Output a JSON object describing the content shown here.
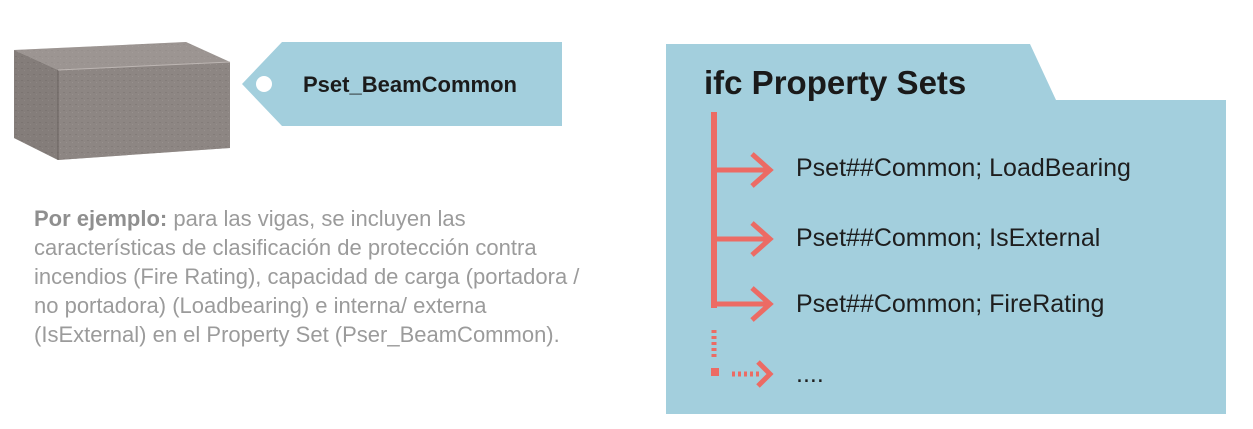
{
  "tag": {
    "label": "Pset_BeamCommon"
  },
  "description": {
    "lead": "Por ejemplo:",
    "text": " para las vigas, se incluyen las características de clasificación de protección contra incendios (Fire Rating), capacidad de carga (portadora / no portadora) (Loadbearing) e interna/ externa (IsExternal) en el Property Set (Pser_BeamCommon)."
  },
  "folder": {
    "title": "ifc Property Sets",
    "items": [
      "Pset##Common; LoadBearing",
      "Pset##Common; IsExternal",
      "Pset##Common; FireRating",
      "...."
    ]
  },
  "colors": {
    "panel": "#a3cfdd",
    "arrow": "#ec6b64",
    "beam": "#8e8784"
  },
  "icons": [
    "beam-image",
    "tag-shape",
    "folder-shape",
    "arrow-icon",
    "dashed-arrow-icon"
  ]
}
